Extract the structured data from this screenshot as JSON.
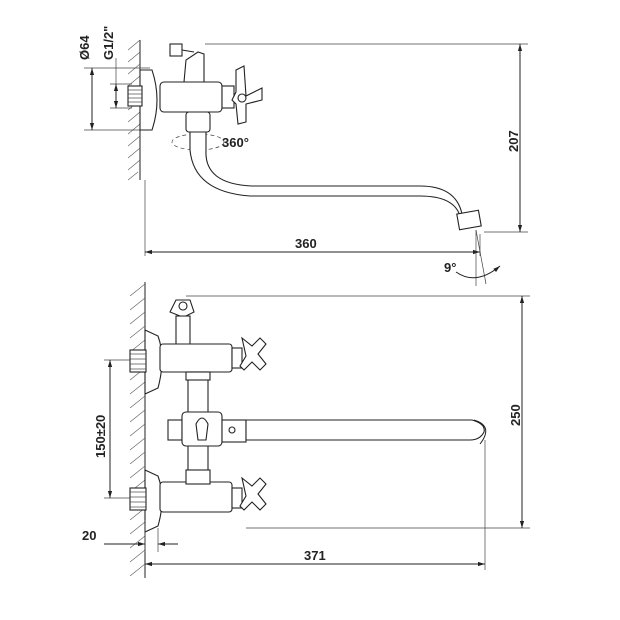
{
  "top_view": {
    "dim_diameter": "Ø64",
    "dim_thread": "G1/2\"",
    "dim_rotation": "360°",
    "dim_height": "207",
    "dim_reach": "360",
    "dim_angle": "9°"
  },
  "front_view": {
    "dim_centers": "150±20",
    "dim_height": "250",
    "dim_wall": "20",
    "dim_reach": "371"
  }
}
